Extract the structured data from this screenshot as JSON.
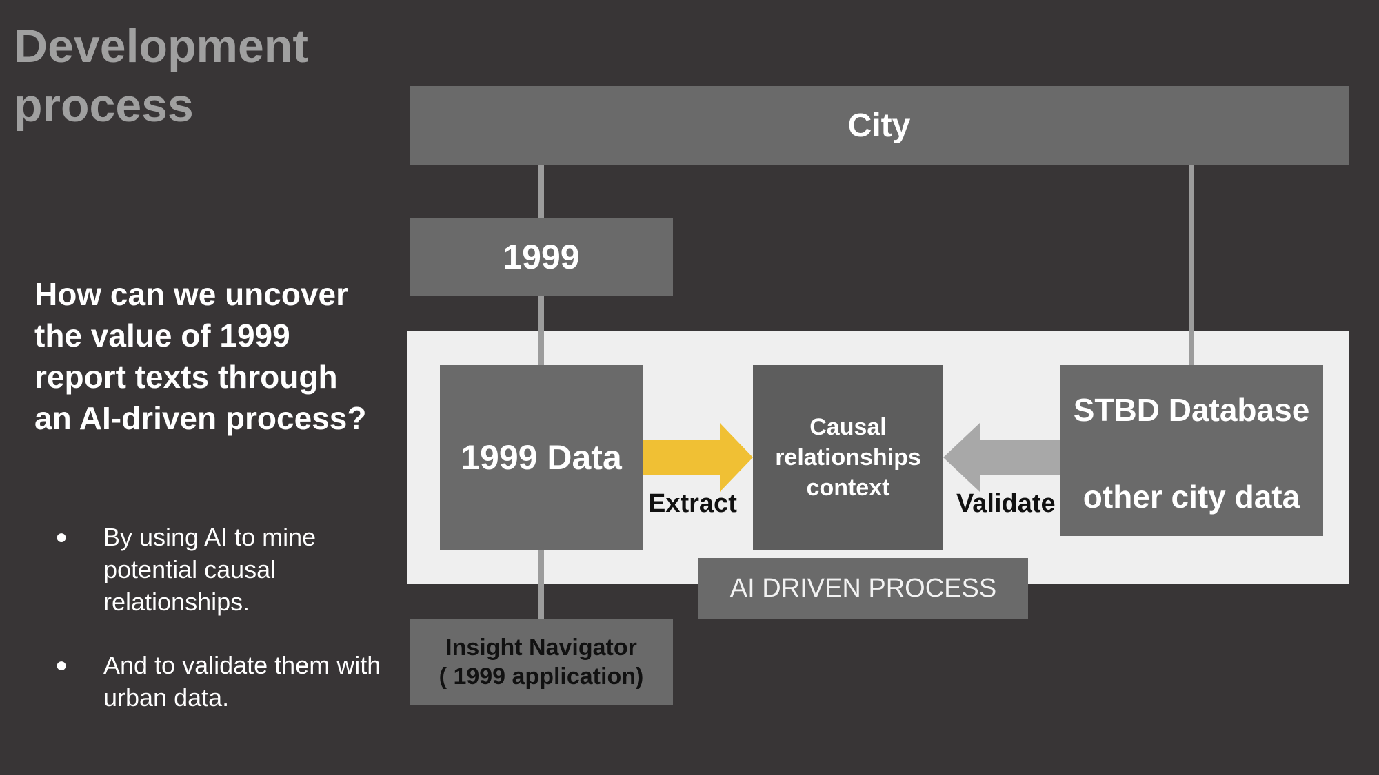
{
  "title": {
    "line1": "Development",
    "line2": "process"
  },
  "question": "How can we uncover the value of 1999 report texts through an AI-driven process?",
  "bullets": [
    {
      "marker": "●",
      "text": "By using AI to mine potential causal relationships."
    },
    {
      "marker": "●",
      "text": "And to validate them with urban data."
    }
  ],
  "diagram": {
    "city": "City",
    "year": "1999",
    "data": "1999 Data",
    "causal": "Causal relationships context",
    "stbd": "STBD Database",
    "other_city": "other city data",
    "extract": "Extract",
    "validate": "Validate",
    "ai_process": "AI DRIVEN PROCESS",
    "insight_line1": "Insight Navigator",
    "insight_line2": "( 1999 application)"
  },
  "colors": {
    "background": "#383536",
    "box": "#6a6a6a",
    "process_area": "#efefef",
    "extract_arrow": "#f0c034",
    "validate_arrow": "#a8a8a8"
  }
}
